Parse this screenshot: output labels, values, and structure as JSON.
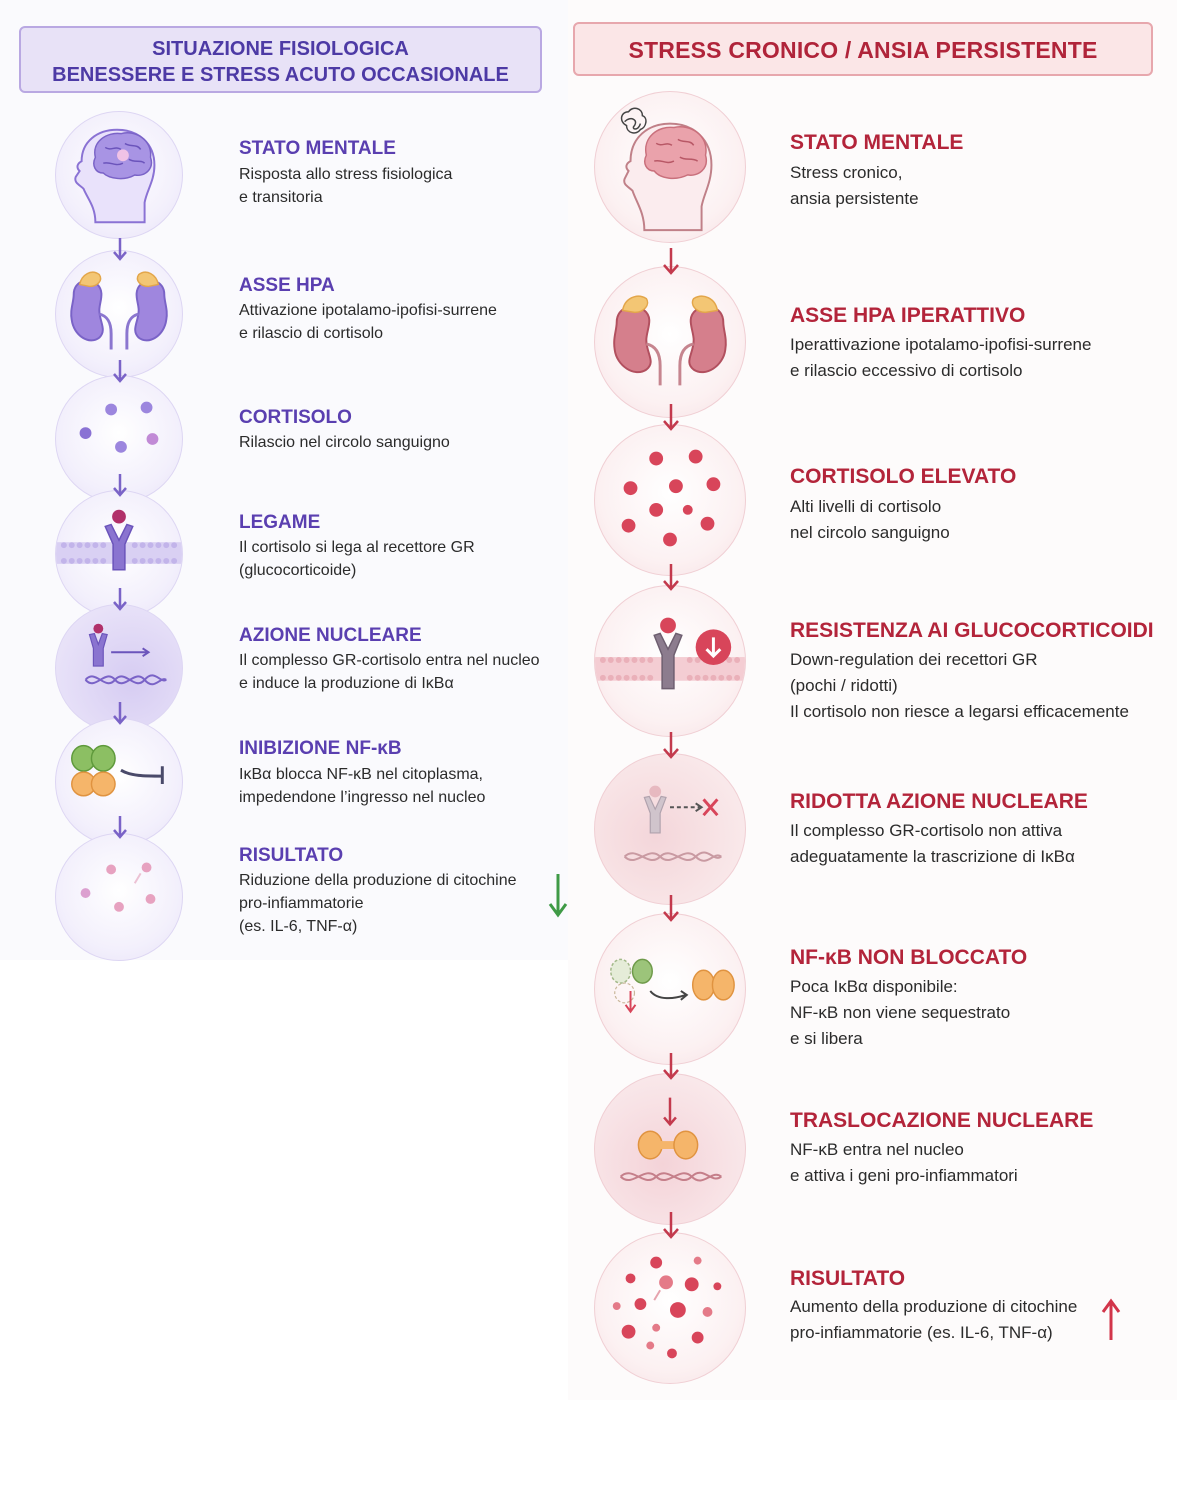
{
  "colors": {
    "left_accent": "#5a3fb0",
    "right_accent": "#b3243a",
    "left_arrow": "#7a63c7",
    "right_arrow": "#c33a4d",
    "down_trend": "#3f9a46",
    "up_trend": "#d2354a"
  },
  "left": {
    "header_line1": "SITUAZIONE FISIOLOGICA",
    "header_line2": "BENESSERE E STRESS ACUTO OCCASIONALE",
    "steps": [
      {
        "icon": "brain-head-icon",
        "title": "STATO MENTALE",
        "lines": [
          "Risposta allo stress fisiologica",
          "e transitoria"
        ]
      },
      {
        "icon": "kidney-adrenal-icon",
        "title": "ASSE HPA",
        "lines": [
          "Attivazione ipotalamo-ipofisi-surrene",
          "e rilascio di cortisolo"
        ]
      },
      {
        "icon": "cortisol-molecules-icon",
        "title": "CORTISOLO",
        "lines": [
          "Rilascio nel circolo sanguigno"
        ]
      },
      {
        "icon": "receptor-binding-icon",
        "title": "LEGAME",
        "lines": [
          "Il cortisolo si lega al recettore GR",
          "(glucocorticoide)"
        ]
      },
      {
        "icon": "nucleus-dna-icon",
        "title": "AZIONE NUCLEARE",
        "lines": [
          "Il complesso GR-cortisolo entra nel nucleo",
          "e induce la produzione di IκBα"
        ]
      },
      {
        "icon": "nfkb-inhibition-icon",
        "title": "INIBIZIONE NF-κB",
        "lines": [
          "IκBα blocca NF-κB nel citoplasma,",
          "impedendone l’ingresso nel nucleo"
        ]
      },
      {
        "icon": "cytokines-low-icon",
        "title": "RISULTATO",
        "lines": [
          "Riduzione della produzione di citochine",
          "pro-infiammatorie",
          "(es. IL-6, TNF-α)"
        ],
        "trend": "down-arrow-icon"
      }
    ]
  },
  "right": {
    "header": "STRESS CRONICO / ANSIA PERSISTENTE",
    "steps": [
      {
        "icon": "stressed-head-icon",
        "title": "STATO MENTALE",
        "lines": [
          "Stress cronico,",
          "ansia persistente"
        ]
      },
      {
        "icon": "kidney-adrenal-icon",
        "title": "ASSE HPA IPERATTIVO",
        "lines": [
          "Iperattivazione ipotalamo-ipofisi-surrene",
          "e rilascio eccessivo di cortisolo"
        ]
      },
      {
        "icon": "cortisol-high-icon",
        "title": "CORTISOLO ELEVATO",
        "lines": [
          "Alti livelli di cortisolo",
          "nel circolo sanguigno"
        ]
      },
      {
        "icon": "receptor-downregulation-icon",
        "title": "RESISTENZA AI GLUCOCORTICOIDI",
        "lines": [
          "Down-regulation dei recettori GR",
          "(pochi / ridotti)",
          "Il cortisolo non riesce a legarsi efficacemente"
        ]
      },
      {
        "icon": "nucleus-blocked-icon",
        "title": "RIDOTTA AZIONE NUCLEARE",
        "lines": [
          "Il complesso GR-cortisolo non attiva",
          "adeguatamente la trascrizione di IκBα"
        ]
      },
      {
        "icon": "nfkb-release-icon",
        "title": "NF-κB NON BLOCCATO",
        "lines": [
          "Poca IκBα disponibile:",
          "NF-κB non viene sequestrato",
          "e si libera"
        ]
      },
      {
        "icon": "nfkb-translocation-icon",
        "title": "TRASLOCAZIONE NUCLEARE",
        "lines": [
          "NF-κB entra nel nucleo",
          "e attiva i geni pro-infiammatori"
        ]
      },
      {
        "icon": "cytokines-high-icon",
        "title": "RISULTATO",
        "lines": [
          "Aumento della produzione di citochine",
          "pro-infiammatorie (es. IL-6, TNF-α)"
        ],
        "trend": "up-arrow-icon"
      }
    ]
  }
}
